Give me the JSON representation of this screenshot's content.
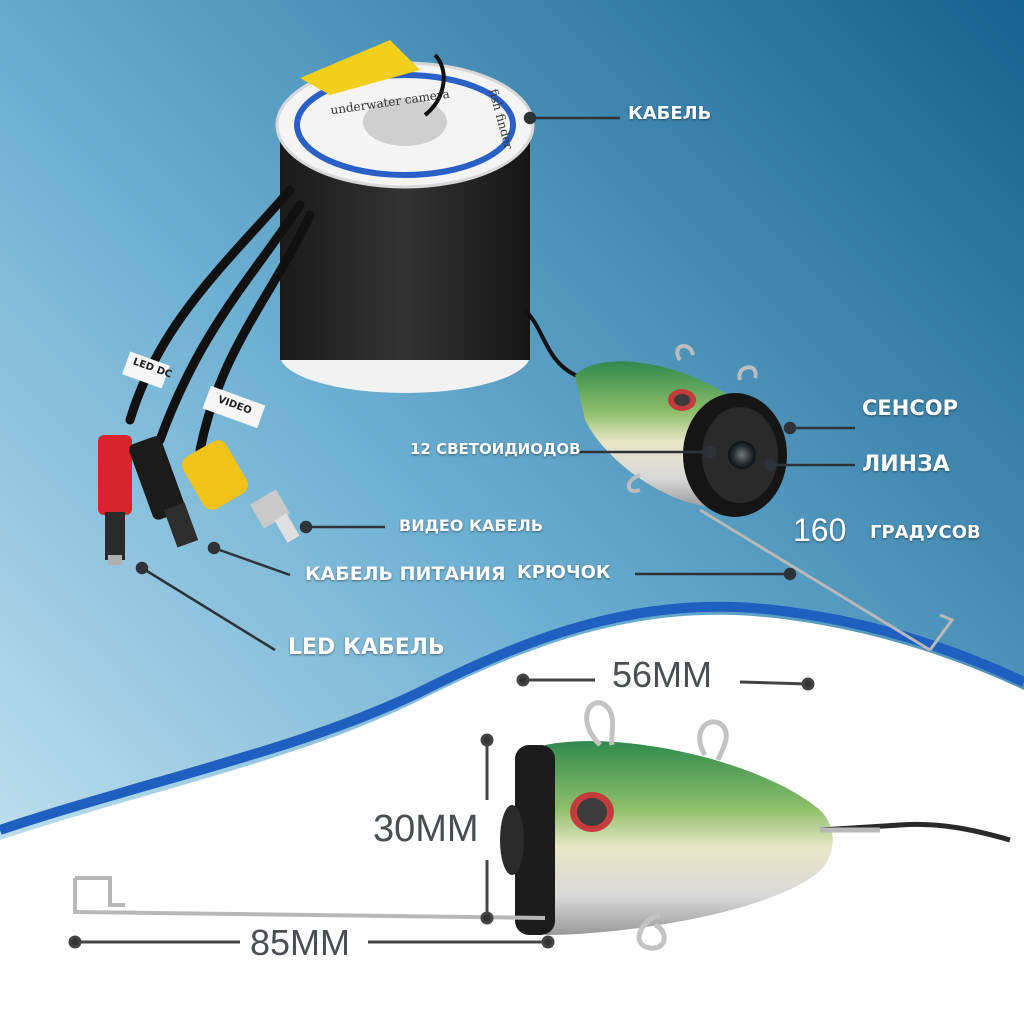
{
  "labels": {
    "cable": "КАБЕЛЬ",
    "sensor": "СЕНСОР",
    "leds": "12 СВЕТОИДИОДОВ",
    "lens": "ЛИНЗА",
    "video_cable": "ВИДЕО КАБЕЛЬ",
    "angle_number": "160",
    "angle_unit": "ГРАДУСОВ",
    "power_cable": "КАБЕЛЬ ПИТАНИЯ",
    "hook": "КРЮЧОК",
    "led_cable": "LED КАБЕЛЬ"
  },
  "dimensions": {
    "width": "56MM",
    "height": "30MM",
    "length": "85MM"
  },
  "product_print": {
    "reel_brand": "underwater camera",
    "reel_side": "fish finder",
    "tag_led": "LED DC",
    "tag_video": "VIDEO"
  },
  "colors": {
    "bg_top": "#1d6f9e",
    "bg_mid": "#5aa3c8",
    "bg_bottom_left": "#c8e6f2",
    "wave_blue": "#1f5fc0",
    "body_green": "#3f9a5c",
    "connector_red": "#d8242a",
    "connector_yellow": "#f1c21a",
    "led_red": "#c43b3b"
  }
}
